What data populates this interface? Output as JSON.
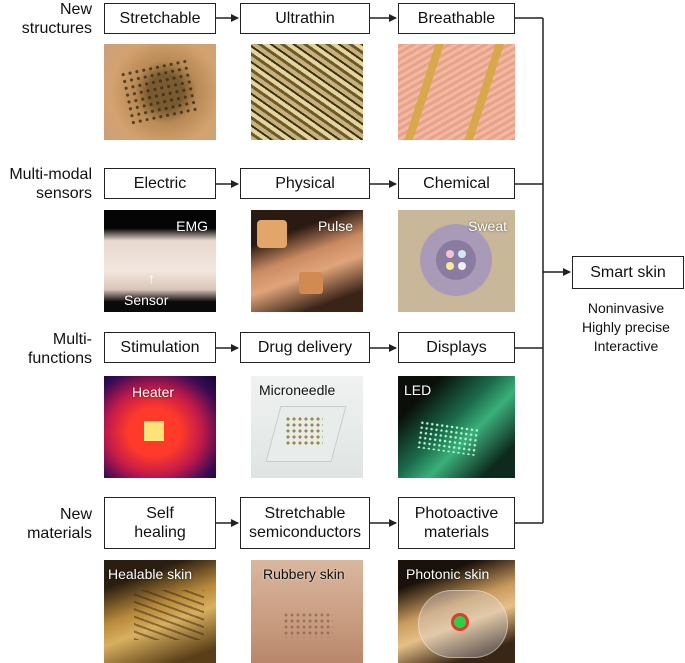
{
  "rows": [
    {
      "label": "New\nstructures",
      "items": [
        {
          "box": "Stretchable",
          "caption": ""
        },
        {
          "box": "Ultrathin",
          "caption": ""
        },
        {
          "box": "Breathable",
          "caption": ""
        }
      ]
    },
    {
      "label": "Multi-modal\nsensors",
      "items": [
        {
          "box": "Electric",
          "caption": "EMG",
          "caption2": "Sensor"
        },
        {
          "box": "Physical",
          "caption": "Pulse"
        },
        {
          "box": "Chemical",
          "caption": "Sweat"
        }
      ]
    },
    {
      "label": "Multi-\nfunctions",
      "items": [
        {
          "box": "Stimulation",
          "caption": "Heater"
        },
        {
          "box": "Drug delivery",
          "caption": "Microneedle"
        },
        {
          "box": "Displays",
          "caption": "LED"
        }
      ]
    },
    {
      "label": "New\nmaterials",
      "items": [
        {
          "box": "Self\nhealing",
          "caption": "Healable skin"
        },
        {
          "box": "Stretchable\nsemiconductors",
          "caption": "Rubbery skin"
        },
        {
          "box": "Photoactive\nmaterials",
          "caption": "Photonic skin"
        }
      ]
    }
  ],
  "target": {
    "label": "Smart skin",
    "properties": [
      "Noninvasive",
      "Highly precise",
      "Interactive"
    ]
  }
}
